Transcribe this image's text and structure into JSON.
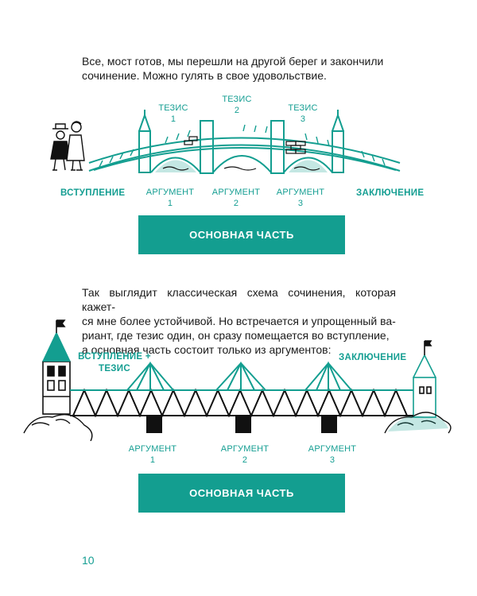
{
  "intro_paragraph": {
    "line1": "Все, мост готов, мы перешли на другой берег и закончили",
    "line2": "сочинение. Можно гулять в свое удовольствие."
  },
  "diagram_classic": {
    "theses": [
      {
        "label": "ТЕЗИС",
        "num": "1"
      },
      {
        "label": "ТЕЗИС",
        "num": "2"
      },
      {
        "label": "ТЕЗИС",
        "num": "3"
      }
    ],
    "intro_label": "ВСТУПЛЕНИЕ",
    "conclusion_label": "ЗАКЛЮЧЕНИЕ",
    "arguments": [
      {
        "label": "АРГУМЕНТ",
        "num": "1"
      },
      {
        "label": "АРГУМЕНТ",
        "num": "2"
      },
      {
        "label": "АРГУМЕНТ",
        "num": "3"
      }
    ],
    "main_part_label": "ОСНОВНАЯ ЧАСТЬ"
  },
  "middle_paragraph": {
    "line1": "Так выглядит классическая схема сочинения, которая кажет-",
    "line2": "ся мне более устойчивой. Но встречается и упрощенный ва-",
    "line3": "риант, где тезис один, он сразу помещается во вступление,",
    "line4": "а основная часть состоит только из аргументов:"
  },
  "diagram_simplified": {
    "intro_label_line1": "ВСТУПЛЕНИЕ +",
    "intro_label_line2": "ТЕЗИС",
    "conclusion_label": "ЗАКЛЮЧЕНИЕ",
    "arguments": [
      {
        "label": "АРГУМЕНТ",
        "num": "1"
      },
      {
        "label": "АРГУМЕНТ",
        "num": "2"
      },
      {
        "label": "АРГУМЕНТ",
        "num": "3"
      }
    ],
    "main_part_label": "ОСНОВНАЯ ЧАСТЬ"
  },
  "page_number": "10",
  "colors": {
    "teal": "#139e90",
    "text": "#1a1a1a",
    "ink": "#111111"
  }
}
